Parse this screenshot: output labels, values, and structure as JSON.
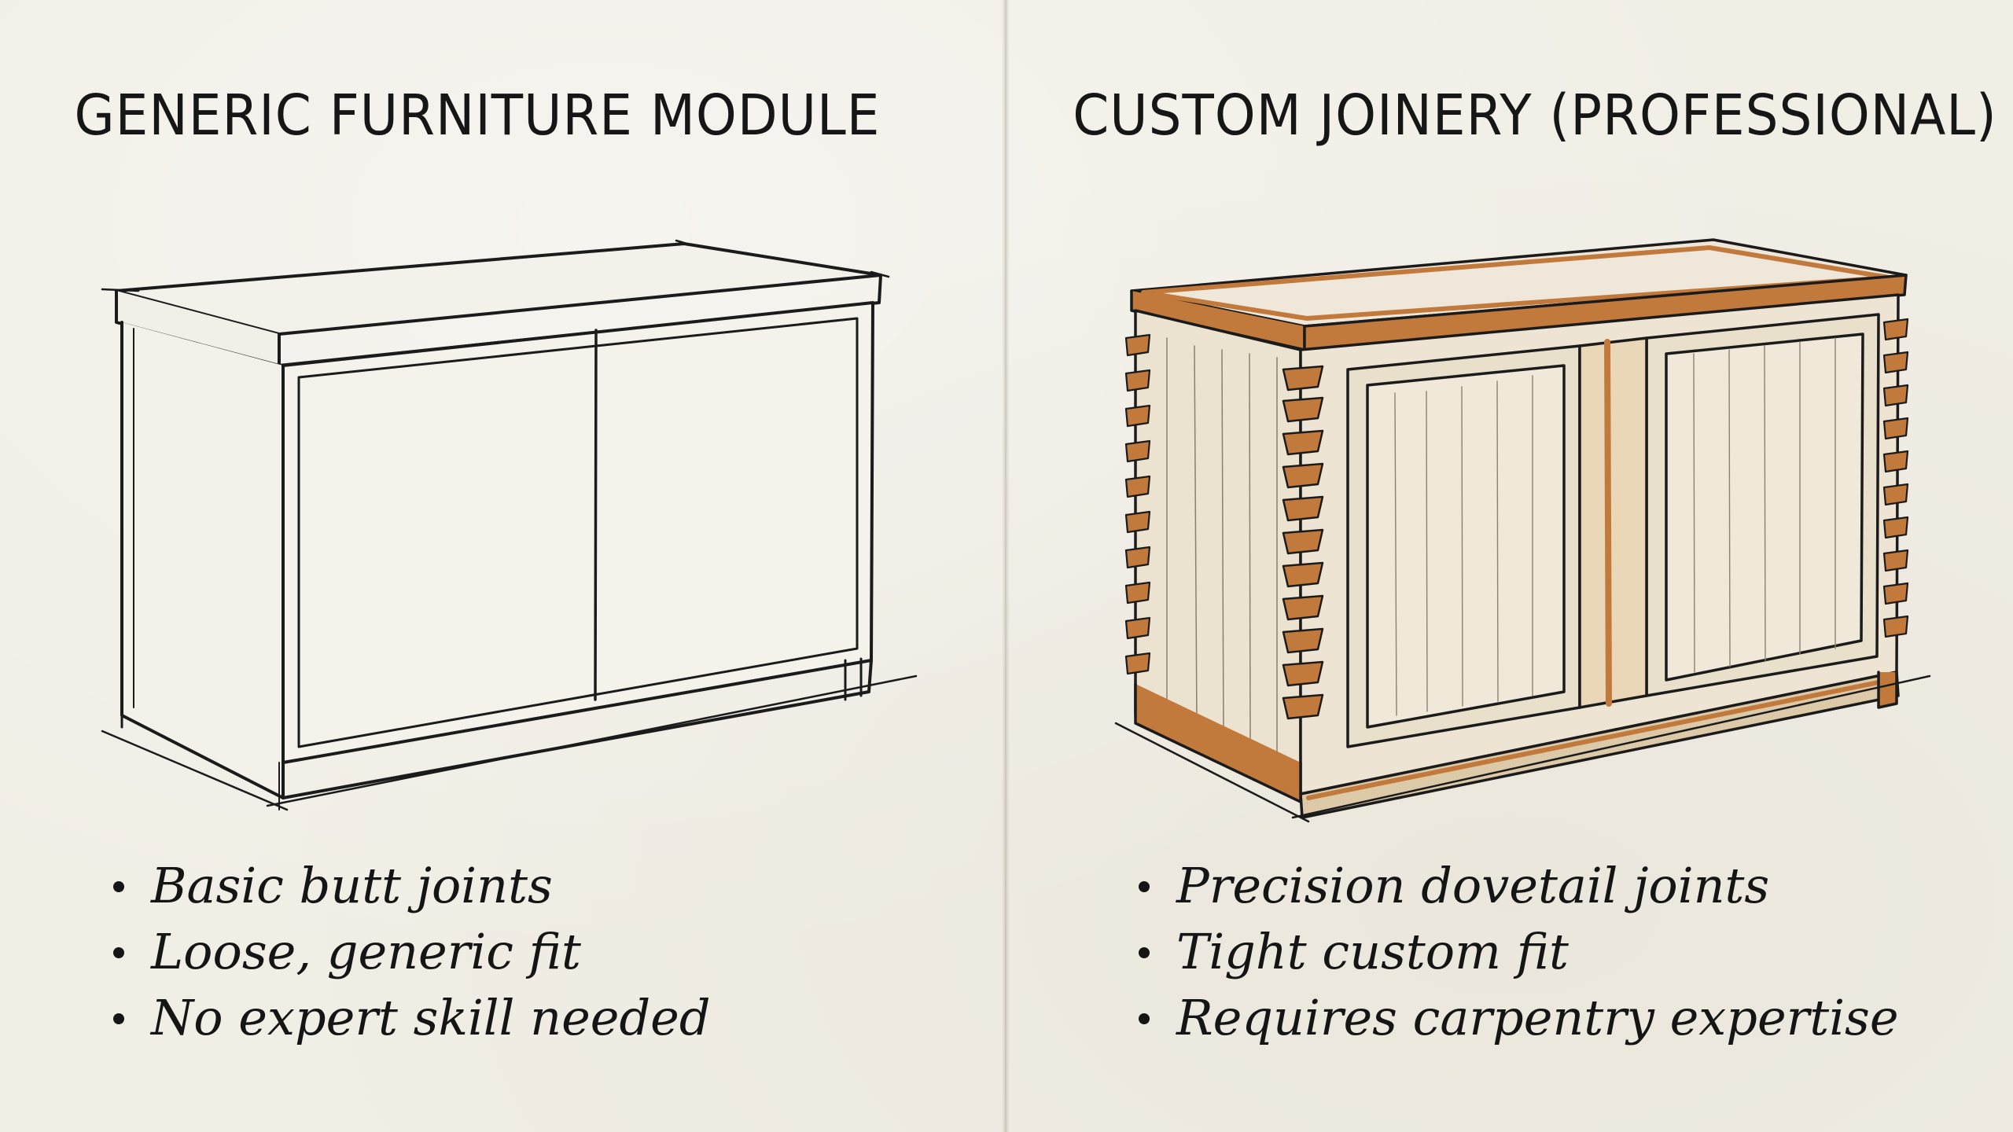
{
  "left": {
    "title": "GENERIC FURNITURE MODULE",
    "bullets": [
      "Basic butt joints",
      "Loose, generic fit",
      "No expert skill needed"
    ]
  },
  "right": {
    "title": "CUSTOM JOINERY (PROFESSIONAL)",
    "bullets": [
      "Precision dovetail joints",
      "Tight custom fit",
      "Requires carpentry expertise"
    ]
  },
  "colors": {
    "paper": "#f1eee6",
    "ink": "#151515",
    "wood_edge": "#c27a3c",
    "wood_light": "#ebe2d0"
  },
  "icons": {
    "left_drawing": "plain-cabinet-sketch",
    "right_drawing": "dovetail-cabinet-sketch"
  }
}
